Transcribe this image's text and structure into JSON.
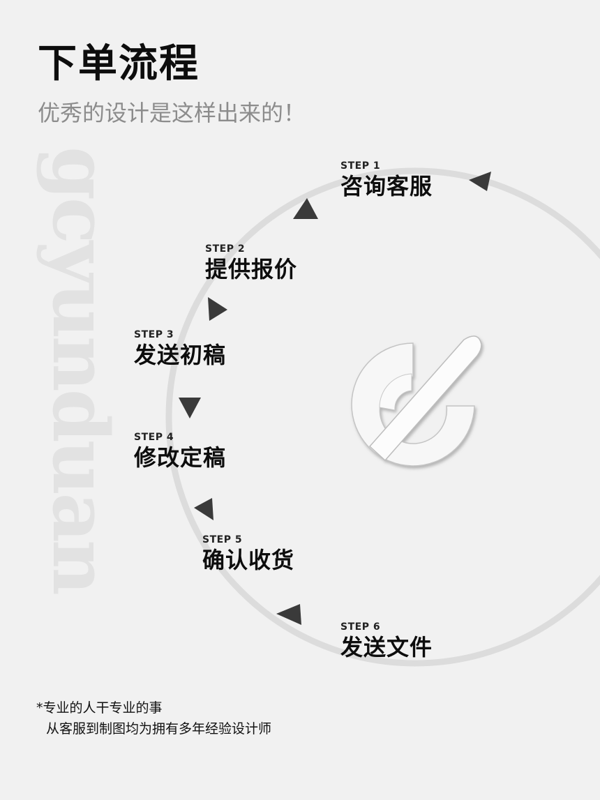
{
  "header": {
    "title": "下单流程",
    "subtitle": "优秀的设计是这样出来的！"
  },
  "watermark": "gcyunduan",
  "steps": [
    {
      "label": "STEP 1",
      "name": "咨询客服"
    },
    {
      "label": "STEP 2",
      "name": "提供报价"
    },
    {
      "label": "STEP 3",
      "name": "发送初稿"
    },
    {
      "label": "STEP 4",
      "name": "修改定稿"
    },
    {
      "label": "STEP 5",
      "name": "确认收货"
    },
    {
      "label": "STEP 6",
      "name": "发送文件"
    }
  ],
  "footer": {
    "line1": "*专业的人干专业的事",
    "line2": "从客服到制图均为拥有多年经验设计师"
  },
  "colors": {
    "background": "#f1f1f1",
    "ring": "#d9d9d9",
    "arrow": "#3a3a3a",
    "subtitle": "#8c8c8c"
  },
  "icons": [
    "brand-logo-icon"
  ]
}
